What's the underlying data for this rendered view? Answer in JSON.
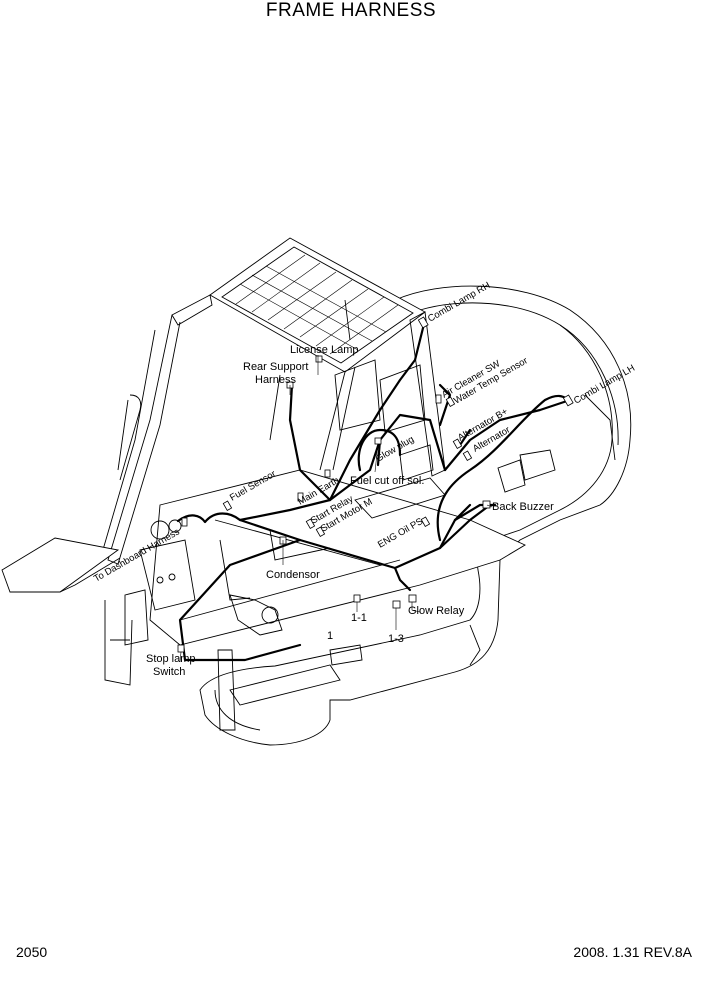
{
  "title": "FRAME HARNESS",
  "page_number": "2050",
  "revision": "2008. 1.31  REV.8A",
  "labels": {
    "combi_lamp_rh": "Combi Lamp RH",
    "combi_lamp_lh": "Combi Lamp LH",
    "license_lamp": "License Lamp",
    "rear_support_harness_1": "Rear Support",
    "rear_support_harness_2": "Harness",
    "air_cleaner_sw": "Air Cleaner SW",
    "water_temp_sensor": "Water Temp Sensor",
    "alternator_b_plus": "Alternator B+",
    "alternator": "Alternator",
    "glow_plug": "Glow plug",
    "fuel_sensor": "Fuel Sensor",
    "main_earth": "Main Earth",
    "fuel_cut_off_sol": "Fuel cut off sol.",
    "back_buzzer": "Back Buzzer",
    "start_relay": "Start Relay",
    "start_motor_m": "Start Motor M",
    "to_dashboard_harness": "To Dashboard Harness",
    "eng_oil_ps": "ENG Oil PS",
    "condensor": "Condensor",
    "glow_relay": "Glow Relay",
    "ref_1_1": "1-1",
    "ref_1": "1",
    "ref_1_3": "1-3",
    "stop_lamp_switch_1": "Stop lamp",
    "stop_lamp_switch_2": "Switch"
  }
}
